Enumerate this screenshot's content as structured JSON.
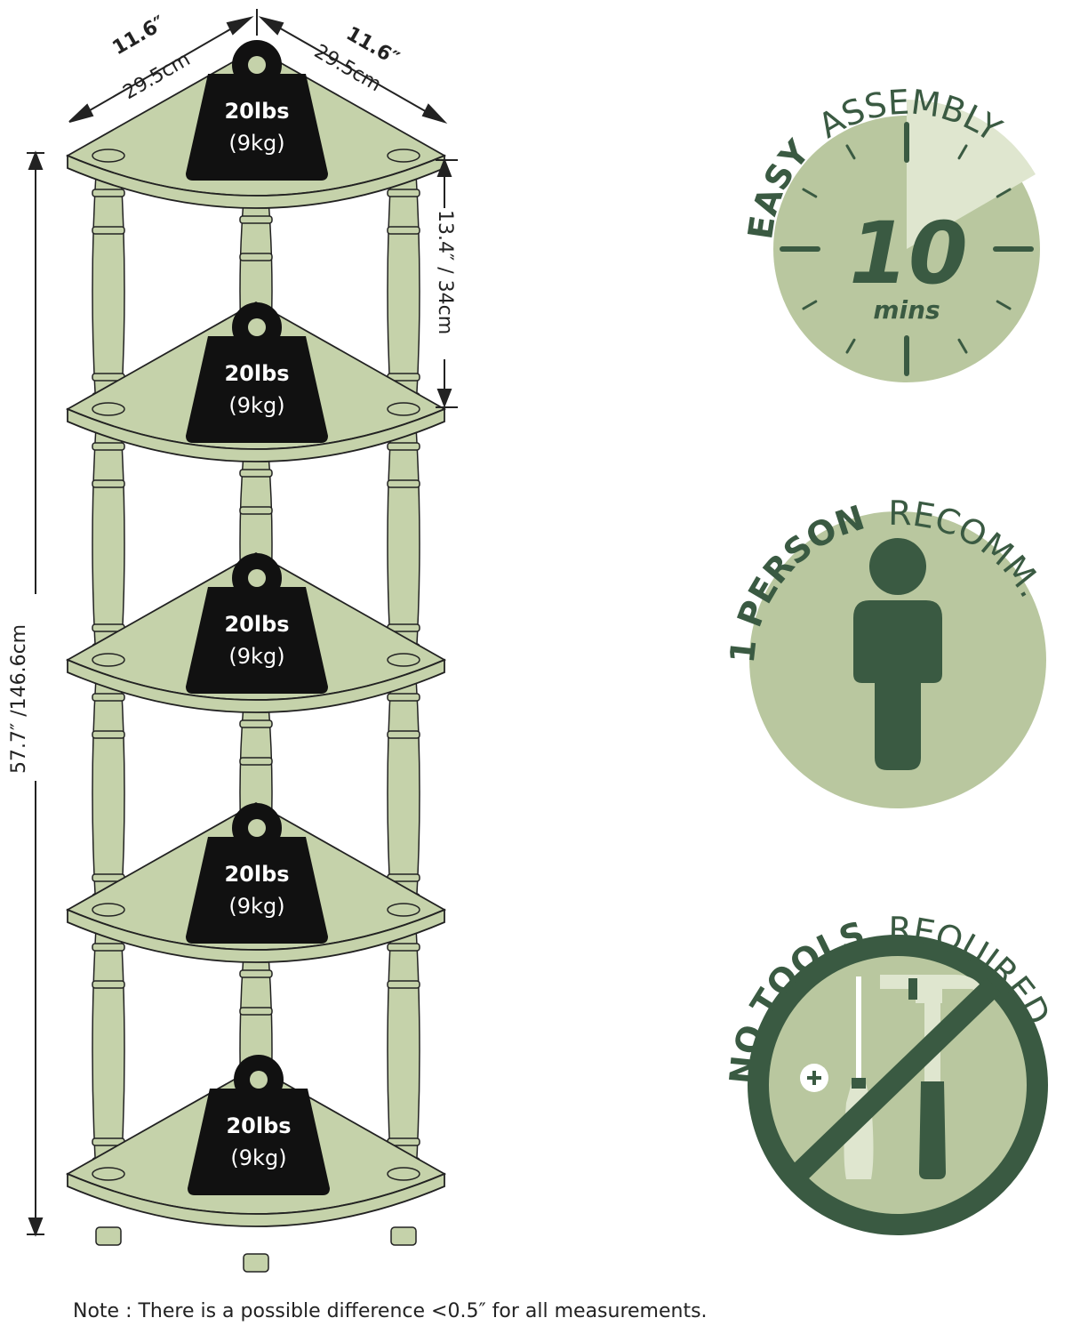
{
  "dimensions": {
    "width_left_in": "11.6″",
    "width_left_cm": "29.5cm",
    "width_right_in": "11.6″",
    "width_right_cm": "29.5cm",
    "shelf_gap": "13.4″ / 34cm",
    "height_total": "57.7″ /146.6cm"
  },
  "weights": [
    {
      "lbs": "20lbs",
      "kg": "(9kg)"
    },
    {
      "lbs": "20lbs",
      "kg": "(9kg)"
    },
    {
      "lbs": "20lbs",
      "kg": "(9kg)"
    },
    {
      "lbs": "20lbs",
      "kg": "(9kg)"
    },
    {
      "lbs": "20lbs",
      "kg": "(9kg)"
    }
  ],
  "badges": {
    "assembly": {
      "bold": "EASY",
      "regular": "ASSEMBLY",
      "number": "10",
      "unit": "mins"
    },
    "person": {
      "bold": "1 PERSON",
      "regular": "RECOMM."
    },
    "tools": {
      "bold": "NO TOOLS",
      "regular": "REQUIRED"
    }
  },
  "note": "Note : There is a possible difference <0.5″ for all measurements.",
  "colors": {
    "dark_green": "#3a5a42",
    "sage": "#b9c79f",
    "light_sage": "#dfe6cf",
    "shelf": "#c5d2aa",
    "outline": "#222222",
    "weight": "#111111"
  }
}
